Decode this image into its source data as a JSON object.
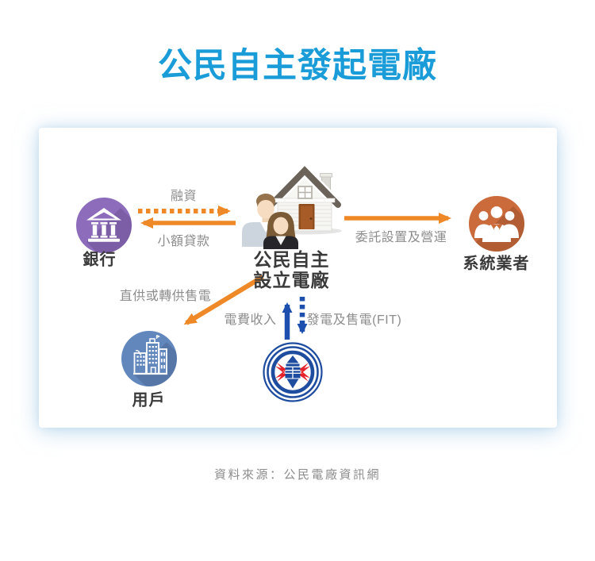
{
  "title": "公民自主發起電廠",
  "source": "資料來源：公民電廠資訊網",
  "card": {
    "nodes": [
      {
        "id": "bank",
        "label": "銀行",
        "icon": "bank-building-icon",
        "circle_color": "#8d6cbc"
      },
      {
        "id": "citizen-plant",
        "label_line1": "公民自主",
        "label_line2": "設立電廠",
        "icon": "house-and-couple-illustration"
      },
      {
        "id": "system-operator",
        "label": "系統業者",
        "icon": "people-group-icon",
        "circle_color": "#cb6a3b"
      },
      {
        "id": "users",
        "label": "用戶",
        "icon": "city-buildings-icon",
        "circle_color": "#6187bd"
      },
      {
        "id": "taipower",
        "icon": "taipower-logo"
      }
    ],
    "edges": [
      {
        "label": "融資",
        "from": "bank",
        "to": "citizen-plant",
        "style": "dotted",
        "color": "#ef8826",
        "direction": "right"
      },
      {
        "label": "小額貸款",
        "from": "citizen-plant",
        "to": "bank",
        "style": "solid",
        "color": "#ef8826",
        "direction": "left"
      },
      {
        "label": "委託設置及營運",
        "from": "citizen-plant",
        "to": "system-operator",
        "style": "solid",
        "color": "#ef8826",
        "direction": "right"
      },
      {
        "label": "直供或轉供售電",
        "from": "citizen-plant",
        "to": "users",
        "style": "solid",
        "color": "#ef8826",
        "direction": "down-left"
      },
      {
        "label": "電費收入",
        "from": "taipower",
        "to": "citizen-plant",
        "style": "solid",
        "color": "#1d50ae",
        "direction": "up"
      },
      {
        "label": "發電及售電(FIT)",
        "from": "citizen-plant",
        "to": "taipower",
        "style": "dotted",
        "color": "#1d50ae",
        "direction": "down"
      }
    ]
  },
  "colors": {
    "title_blue": "#1a9cd8",
    "arrow_orange": "#ef8826",
    "arrow_blue": "#1d50ae",
    "bank_circle": "#8d6cbc",
    "operator_circle": "#cb6a3b",
    "users_circle": "#6187bd",
    "taipower_blue": "#1e4c9f",
    "taipower_red": "#e62129",
    "node_label": "#3a3a3a",
    "edge_label": "#8d8d8d"
  }
}
